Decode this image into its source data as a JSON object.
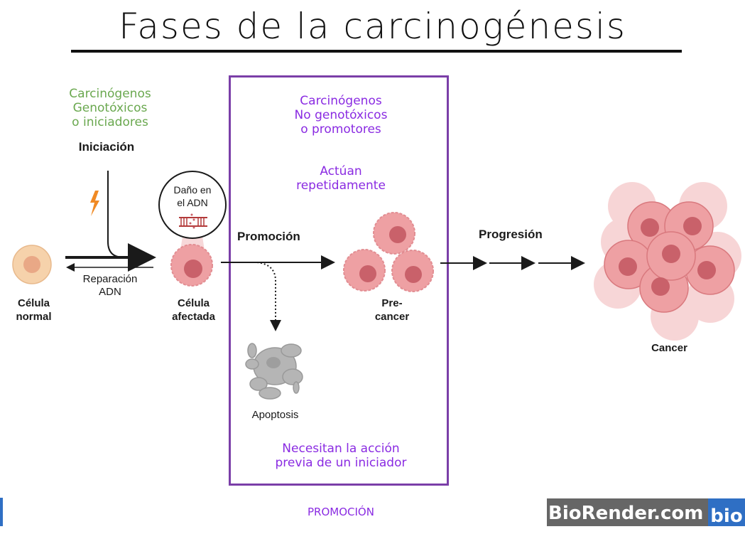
{
  "title": "Fases de la carcinogénesis",
  "initiation": {
    "agents": [
      "Carcinógenos",
      "Genotóxicos",
      "o iniciadores"
    ],
    "stage_label": "Iniciación",
    "repair_label": [
      "Reparación",
      "ADN"
    ],
    "normal_cell_label": [
      "Célula",
      "normal"
    ],
    "affected_cell_label": [
      "Célula",
      "afectada"
    ],
    "dna_damage_label": [
      "Daño en",
      "el ADN"
    ]
  },
  "promotion": {
    "agents": [
      "Carcinógenos",
      "No genotóxicos",
      "o promotores"
    ],
    "acting": [
      "Actúan",
      "repetidamente"
    ],
    "stage_label": "Promoción",
    "precancer_label": [
      "Pre-",
      "cancer"
    ],
    "apoptosis_label": "Apoptosis",
    "requirement": [
      "Necesitan la acción",
      "previa de un iniciador"
    ],
    "box_caption": "PROMOCIÓN"
  },
  "progression": {
    "stage_label": "Progresión",
    "cancer_label": "Cancer"
  },
  "watermark": {
    "text": "BioRender.com",
    "badge": "bio"
  },
  "colors": {
    "initiator_text": "#6aa84f",
    "promoter_text": "#8a2be2",
    "box_border": "#7b3fa8",
    "cell_fill": "#eea0a3",
    "nucleus_fill": "#c9616a",
    "normal_cell": "#f6d2ab",
    "apoptosis": "#b5b5b5",
    "lightning": "#f08a24"
  }
}
